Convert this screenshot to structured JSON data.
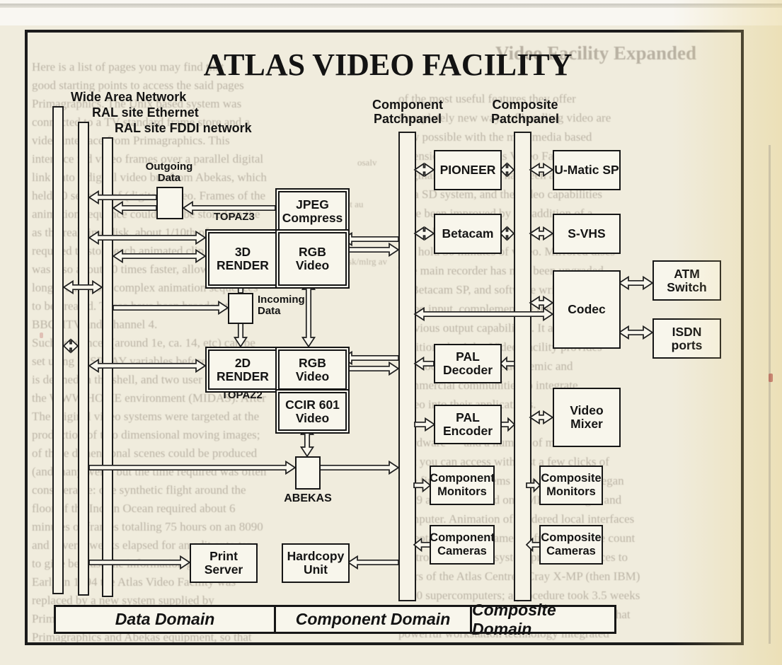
{
  "title": "ATLAS VIDEO FACILITY",
  "networks": {
    "wan": "Wide Area Network",
    "ethernet": "RAL site Ethernet",
    "fddi": "RAL site FDDI network"
  },
  "patchpanels": {
    "component": "Component\nPatchpanel",
    "composite": "Composite\nPatchpanel"
  },
  "boxes": {
    "jpeg": "JPEG\nCompress",
    "render3d": "3D\nRENDER",
    "rgb_top": "RGB\nVideo",
    "render2d": "2D\nRENDER",
    "rgb_bot": "RGB\nVideo",
    "ccir": "CCIR 601\nVideo",
    "print_server": "Print\nServer",
    "hardcopy": "Hardcopy\nUnit",
    "pioneer": "PIONEER",
    "betacam": "Betacam",
    "pal_decoder": "PAL\nDecoder",
    "pal_encoder": "PAL\nEncoder",
    "component_monitors": "Component\nMonitors",
    "component_cameras": "Component\nCameras",
    "umatic": "U-Matic SP",
    "svhs": "S-VHS",
    "codec": "Codec",
    "video_mixer": "Video\nMixer",
    "composite_monitors": "Composite\nMonitors",
    "composite_cameras": "Composite\nCameras",
    "atm": "ATM\nSwitch",
    "isdn": "ISDN\nports"
  },
  "flow_labels": {
    "outgoing": "Outgoing\nData",
    "incoming": "Incoming\nData",
    "topaz3": "TOPAZ3",
    "topaz2": "TOPAZ2",
    "abekas": "ABEKAS"
  },
  "domains": {
    "data": "Data Domain",
    "component": "Component Domain",
    "composite": "Composite Domain"
  },
  "bleed": {
    "heading": "Video Facility Expanded",
    "left_column": "Here is a list of pages you may find that\ngood starting points to access the said pages\nPrimagraphics.  The Unix based system was\nconnected to a TV standard frame store and a\nvideo interface from Primagraphics.  This\ninterface fed video frames over a parallel digital\nlink onto a digital video bus from Abekas, which\nheld 30 seconds of (digital) video.  Frames of the\nanimation sequence could now be stored on the\nas the real-time disk, about 1/10th of one tape\nrequired to store each animated clip.  The link\nwas also about 10 times faster, allowing much\nlonger and more complex animation sequences\nto be created.  These have been broadcast on\nBBC, ITV and Channel 4.\nSuch sequences (around 1e, ca. 14, etc) can be\nset using DISPLAY variables before the start\nis defined in the shell, and two user id codes\nthe WWW HOME environment (MIDAS). After\nThe original video systems were targeted at the\nproduction of two dimensional moving images;\nof three dimensional scenes could be produced\n(and many were) but the time required was often\nconsiderable:  one synthetic flight around the\nfloor of the Indian Ocean required about 6\nminutes of frames totalling 75 hours on an 8090\nand several weeks elapsed for an edit onto tape\nto give because the information gave here that\nEarly in 1994 the Atlas Video Facility was\nreplaced by a new system supplied by\nPrimagraphics and containing both\nPrimagraphics and Abekas equipment, so that",
    "right_column": "of the most useful features they offer\nCompletely new ways of handling video are\nnow possible with the multimedia based\nextensions to the Atlas Video Facility.  The\noriginal 3D hardware has been augmented\nby a SD system, and the video capabilities\nhave been improved by the addition of a\nrewritable Pioneer laser disc system, which\ncan hold 30 minutes of video. Mirrored discs\nThe main recorder has now been upgraded\nto Betacam SP, and software written for\nvideo input, complementing the Facility's\nprevious output capabilities.  It also shows\naddition, the Atlas Video Facility provides\nnew tools for both the academic and\ncommercial communities to integrate\nvideo into their applications.\n\nHardware — and a number of machines that\nthat you can access with just a few clicks of\nThe first video systems were installed at began\n1989 and were based on VME bus images and\ncomputer.  Animation of rendered local interfaces\nvideotape using a frame-by-frame and tape count\ncontroller.  The first system provided services to\nusers of the Atlas Centre's Cray X-MP (then IBM)\n3090 supercomputers; a procedure took 3.5 weeks\nThis system was replaced in 1990 and since that\npowerful workstation technology integrated",
    "fragment1": "osalv",
    "fragment2": "net au",
    "fragment3": "sk/mlrg av"
  },
  "colors": {
    "paper": "#f0ecdd",
    "ink": "#1b1b1b",
    "bleed_ink": "#8b8173",
    "red_speck": "#b0493f"
  }
}
